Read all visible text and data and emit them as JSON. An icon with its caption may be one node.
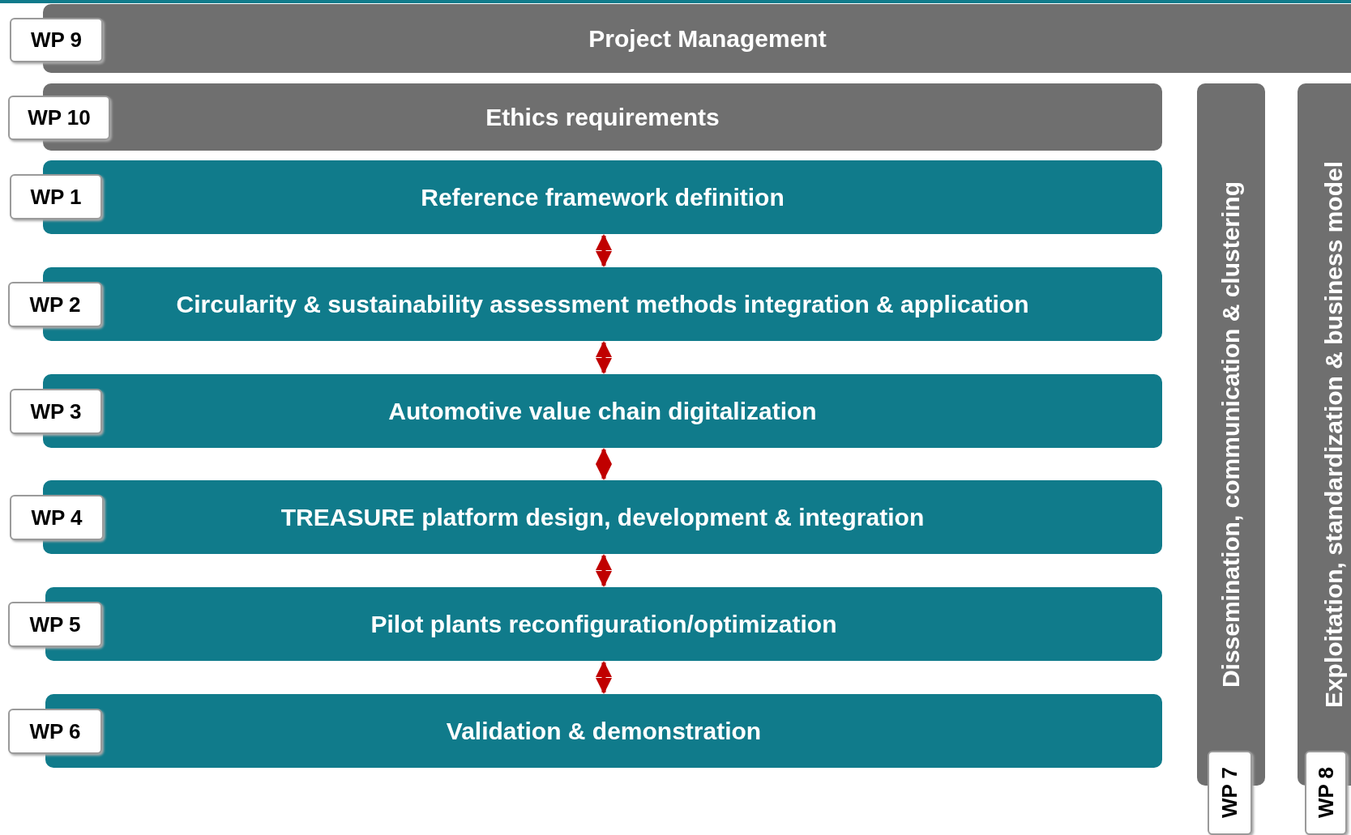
{
  "diagram": {
    "nodes": [
      {
        "text": [
          "WP 9"
        ]
      },
      {
        "text": [
          "Project Management"
        ]
      },
      {
        "text": [
          "WP 10"
        ]
      },
      {
        "text": [
          "Ethics requirements"
        ]
      },
      {
        "text": [
          "WP 1"
        ]
      },
      {
        "text": [
          "Reference framework definition"
        ]
      },
      {
        "text": [
          "WP 2"
        ]
      },
      {
        "text": [
          "Circularity & sustainability assessment methods integration & application"
        ]
      },
      {
        "text": [
          "WP 3"
        ]
      },
      {
        "text": [
          "Automotive value chain digitalization"
        ]
      },
      {
        "text": [
          "WP 4"
        ]
      },
      {
        "text": [
          "TREASURE platform design, development & integration"
        ]
      },
      {
        "text": [
          "WP 5"
        ]
      },
      {
        "text": [
          "Pilot plants reconfiguration/optimization"
        ]
      },
      {
        "text": [
          "WP 6"
        ]
      },
      {
        "text": [
          "Validation & demonstration"
        ]
      },
      {
        "text": [
          "Dissemination, communication & clustering"
        ]
      },
      {
        "text": [
          "WP 7"
        ]
      },
      {
        "text": [
          "Exploitation, standardization & business model"
        ]
      },
      {
        "text": [
          "WP 8"
        ]
      }
    ],
    "edges": [
      {
        "from": 5,
        "to": 7,
        "arrow": "both",
        "color": "#c00000"
      },
      {
        "from": 7,
        "to": 9,
        "arrow": "both",
        "color": "#c00000"
      },
      {
        "from": 9,
        "to": 11,
        "arrow": "both",
        "color": "#c00000"
      },
      {
        "from": 11,
        "to": 13,
        "arrow": "both",
        "color": "#c00000"
      },
      {
        "from": 13,
        "to": 15,
        "arrow": "both",
        "color": "#c00000"
      }
    ]
  }
}
